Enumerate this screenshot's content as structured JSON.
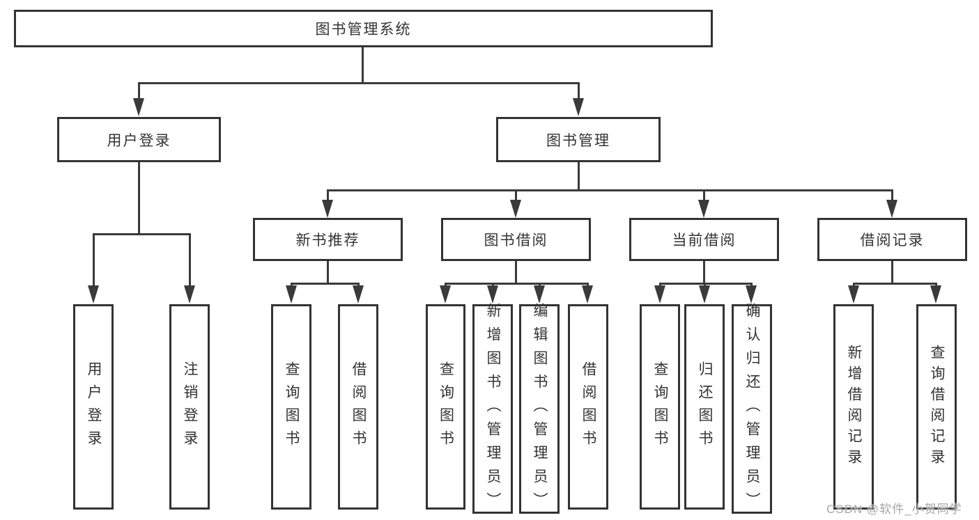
{
  "tree": {
    "root": {
      "label": "图书管理系统",
      "children": [
        {
          "label": "用户登录",
          "children": [
            {
              "label": "用户登录"
            },
            {
              "label": "注销登录"
            }
          ]
        },
        {
          "label": "图书管理",
          "children": [
            {
              "label": "新书推荐",
              "children": [
                {
                  "label": "查询图书"
                },
                {
                  "label": "借阅图书"
                }
              ]
            },
            {
              "label": "图书借阅",
              "children": [
                {
                  "label": "查询图书"
                },
                {
                  "label": "新增图书（管理员）"
                },
                {
                  "label": "编辑图书（管理员）"
                },
                {
                  "label": "借阅图书"
                }
              ]
            },
            {
              "label": "当前借阅",
              "children": [
                {
                  "label": "查询图书"
                },
                {
                  "label": "归还图书"
                },
                {
                  "label": "确认归还（管理员）"
                }
              ]
            },
            {
              "label": "借阅记录",
              "children": [
                {
                  "label": "新增借阅记录"
                },
                {
                  "label": "查询借阅记录"
                }
              ]
            }
          ]
        }
      ]
    }
  },
  "watermark": "CSDN @软件_小贺同学",
  "colors": {
    "line": "#3a3a3a",
    "border": "#333333",
    "text": "#333333",
    "background": "#ffffff",
    "watermark": "#a6a6a6"
  }
}
